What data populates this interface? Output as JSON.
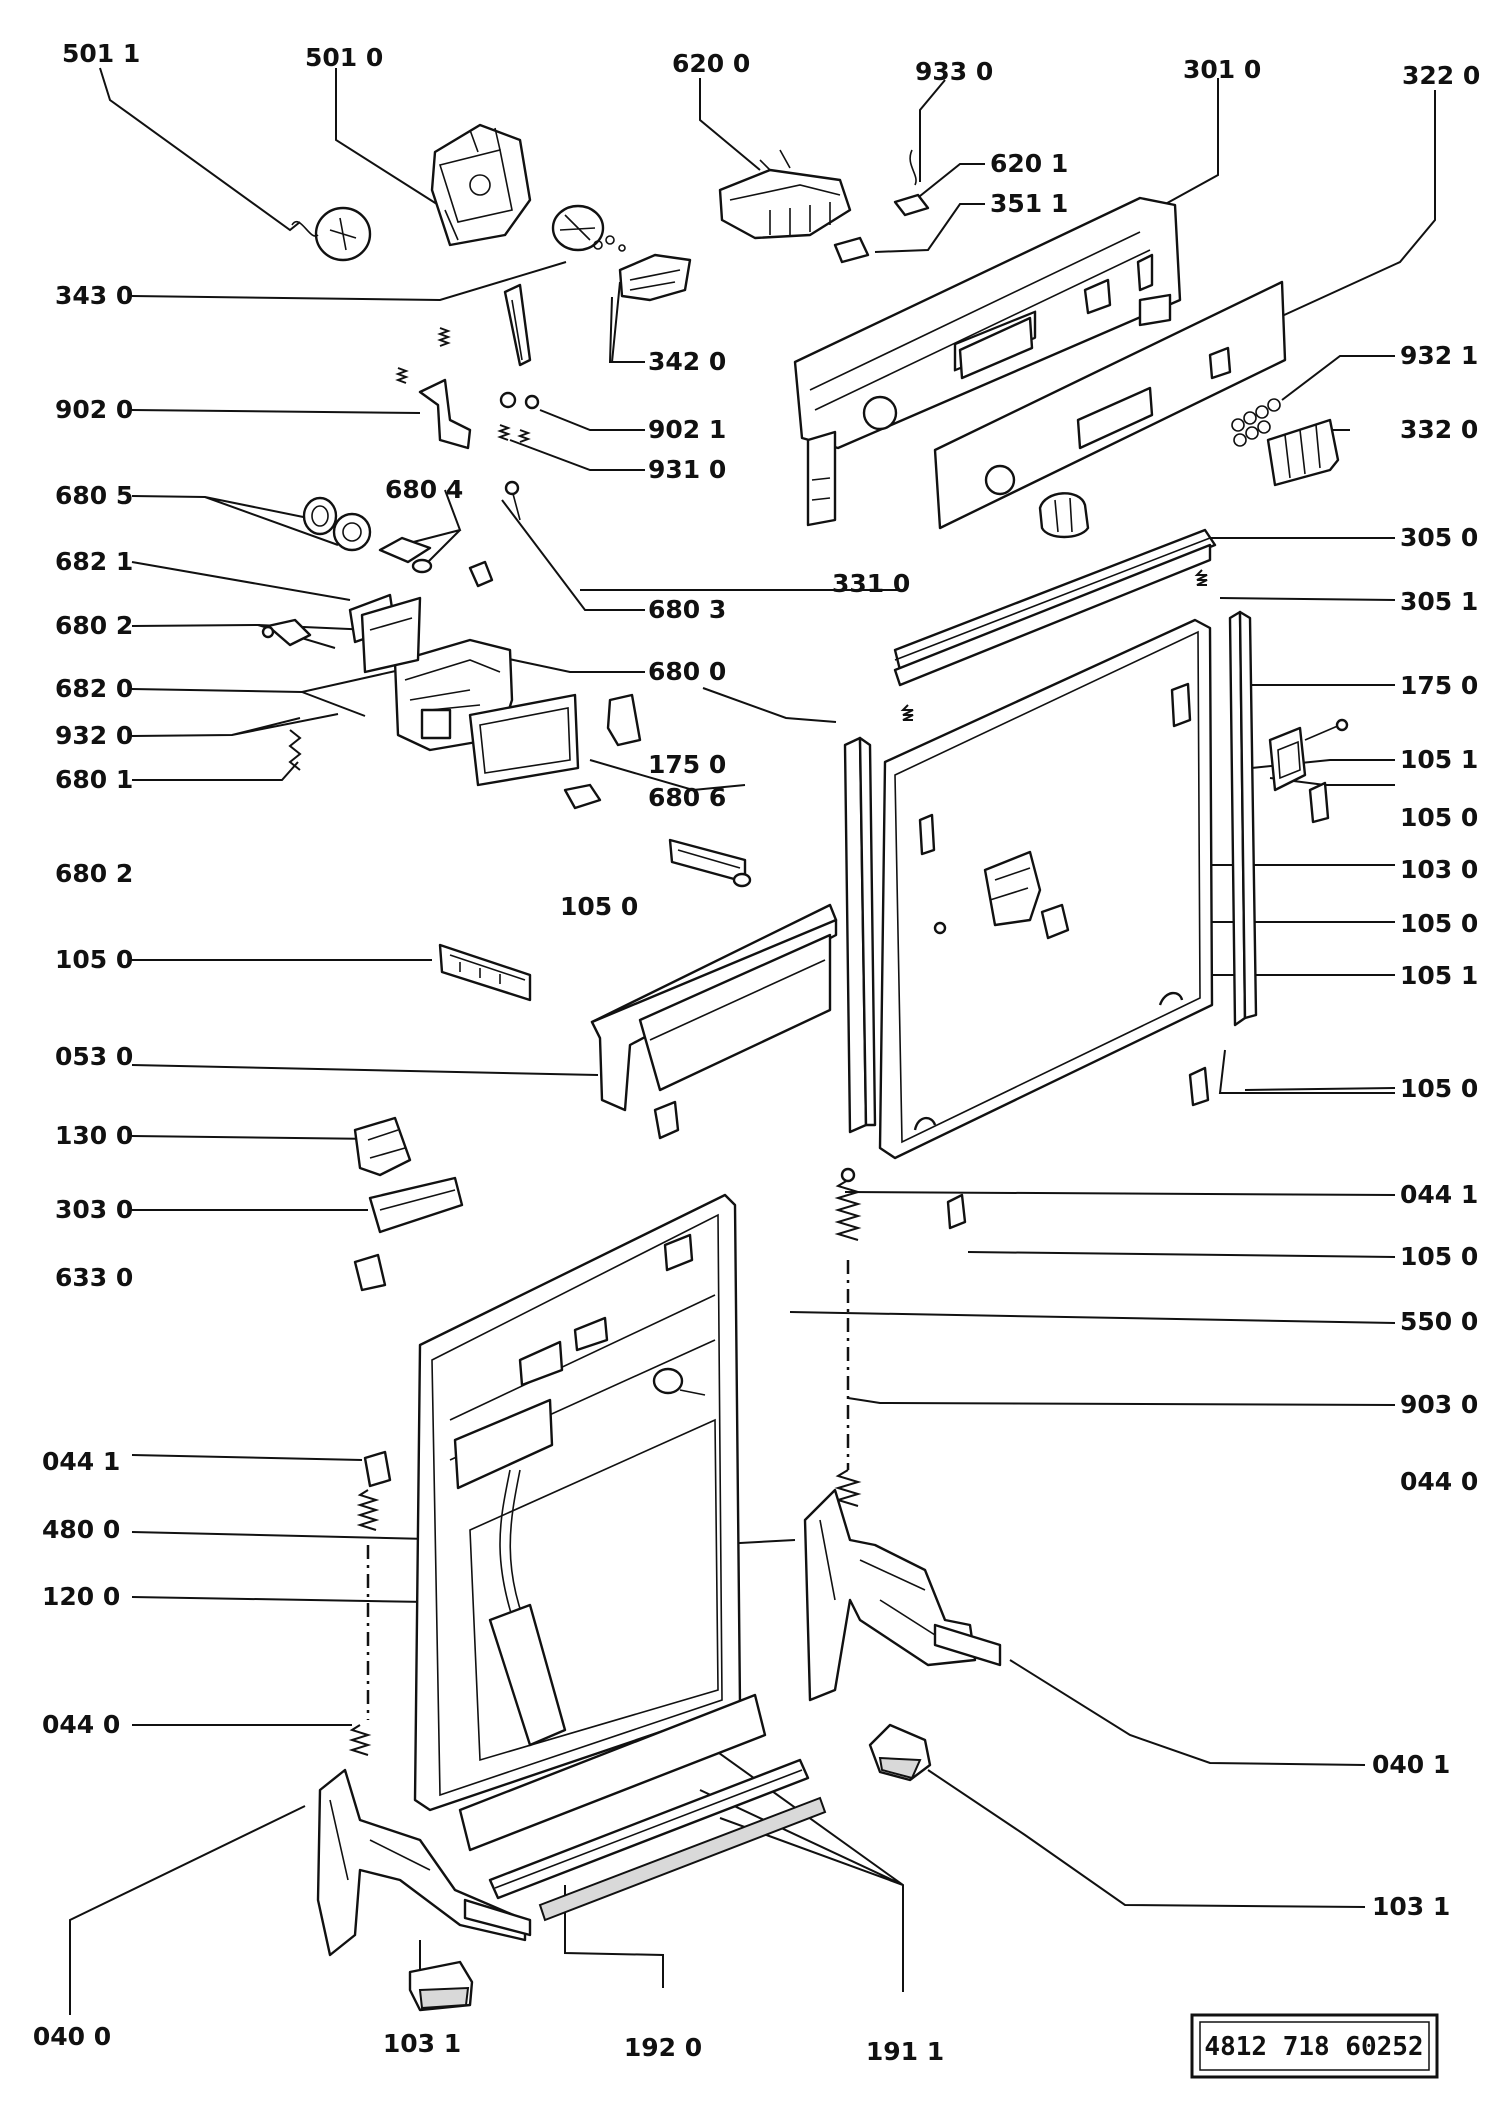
{
  "callouts": [
    {
      "id": "c01",
      "text": "501 1"
    },
    {
      "id": "c02",
      "text": "501  0"
    },
    {
      "id": "c03",
      "text": "620 0"
    },
    {
      "id": "c04",
      "text": "933  0"
    },
    {
      "id": "c05",
      "text": "301 0"
    },
    {
      "id": "c06",
      "text": "322 0"
    },
    {
      "id": "c07",
      "text": "620 1"
    },
    {
      "id": "c08",
      "text": "351  1"
    },
    {
      "id": "c09",
      "text": "343  0"
    },
    {
      "id": "c10",
      "text": "342  0"
    },
    {
      "id": "c11",
      "text": "932 1"
    },
    {
      "id": "c12",
      "text": "902 0"
    },
    {
      "id": "c13",
      "text": "902  1"
    },
    {
      "id": "c14",
      "text": "332 0"
    },
    {
      "id": "c15",
      "text": "931  0"
    },
    {
      "id": "c16",
      "text": "680 5"
    },
    {
      "id": "c17",
      "text": "680  4"
    },
    {
      "id": "c18",
      "text": "305 0"
    },
    {
      "id": "c19",
      "text": "682 1"
    },
    {
      "id": "c20",
      "text": "331  0"
    },
    {
      "id": "c21",
      "text": "680 3"
    },
    {
      "id": "c22",
      "text": "305 1"
    },
    {
      "id": "c23",
      "text": "680 2"
    },
    {
      "id": "c24",
      "text": "682  0"
    },
    {
      "id": "c25",
      "text": "680 0"
    },
    {
      "id": "c26",
      "text": "175 0"
    },
    {
      "id": "c27",
      "text": "932 0"
    },
    {
      "id": "c28",
      "text": "175  0"
    },
    {
      "id": "c29",
      "text": "105  1"
    },
    {
      "id": "c30",
      "text": "680 1"
    },
    {
      "id": "c31",
      "text": "680 6"
    },
    {
      "id": "c32",
      "text": "105  0"
    },
    {
      "id": "c33",
      "text": "680 2"
    },
    {
      "id": "c34",
      "text": "103 0"
    },
    {
      "id": "c35",
      "text": "105  0"
    },
    {
      "id": "c36",
      "text": "105 0"
    },
    {
      "id": "c37",
      "text": "105 0"
    },
    {
      "id": "c38",
      "text": "105  1"
    },
    {
      "id": "c39",
      "text": "053 0"
    },
    {
      "id": "c40",
      "text": "105 0"
    },
    {
      "id": "c41",
      "text": "130 0"
    },
    {
      "id": "c42",
      "text": "303 0"
    },
    {
      "id": "c43",
      "text": "044 1"
    },
    {
      "id": "c44",
      "text": "105  0"
    },
    {
      "id": "c45",
      "text": "633 0"
    },
    {
      "id": "c46",
      "text": "550 0"
    },
    {
      "id": "c47",
      "text": "903 0"
    },
    {
      "id": "c48",
      "text": "044 1"
    },
    {
      "id": "c49",
      "text": "044 0"
    },
    {
      "id": "c50",
      "text": "480 0"
    },
    {
      "id": "c51",
      "text": "120 0"
    },
    {
      "id": "c52",
      "text": "044 0"
    },
    {
      "id": "c53",
      "text": "040 1"
    },
    {
      "id": "c54",
      "text": "103  1"
    },
    {
      "id": "c55",
      "text": "040 0"
    },
    {
      "id": "c56",
      "text": "103 1"
    },
    {
      "id": "c57",
      "text": "192  0"
    },
    {
      "id": "c58",
      "text": "191  1"
    }
  ],
  "document_code": "4812  718   60252"
}
